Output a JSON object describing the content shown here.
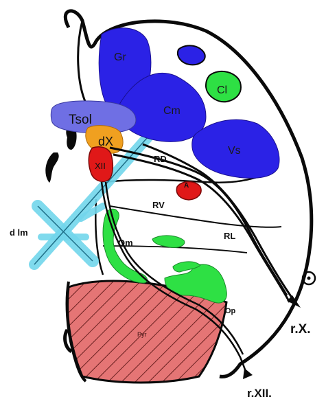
{
  "labels": {
    "gr": "Gr",
    "cl": "Cl",
    "cm": "Cm",
    "vs": "Vs",
    "tsol": "Tsol",
    "dx": "dX",
    "xii": "XII",
    "rd": "RD",
    "a": "A",
    "rv": "RV",
    "rl": "RL",
    "om": "Om",
    "op": "Op",
    "dlm": "d lm",
    "pyr": "Pyr",
    "rx": "r.X.",
    "rxii": "r.XII."
  },
  "colors": {
    "blue_nuclei": "#2b22e6",
    "tsol": "#6f6fe4",
    "dx": "#f0a020",
    "red": "#e01818",
    "green": "#2ee044",
    "cyan_tract": "#72d6ec",
    "pyramid": "#e57575",
    "outline": "#0a0a0a"
  }
}
